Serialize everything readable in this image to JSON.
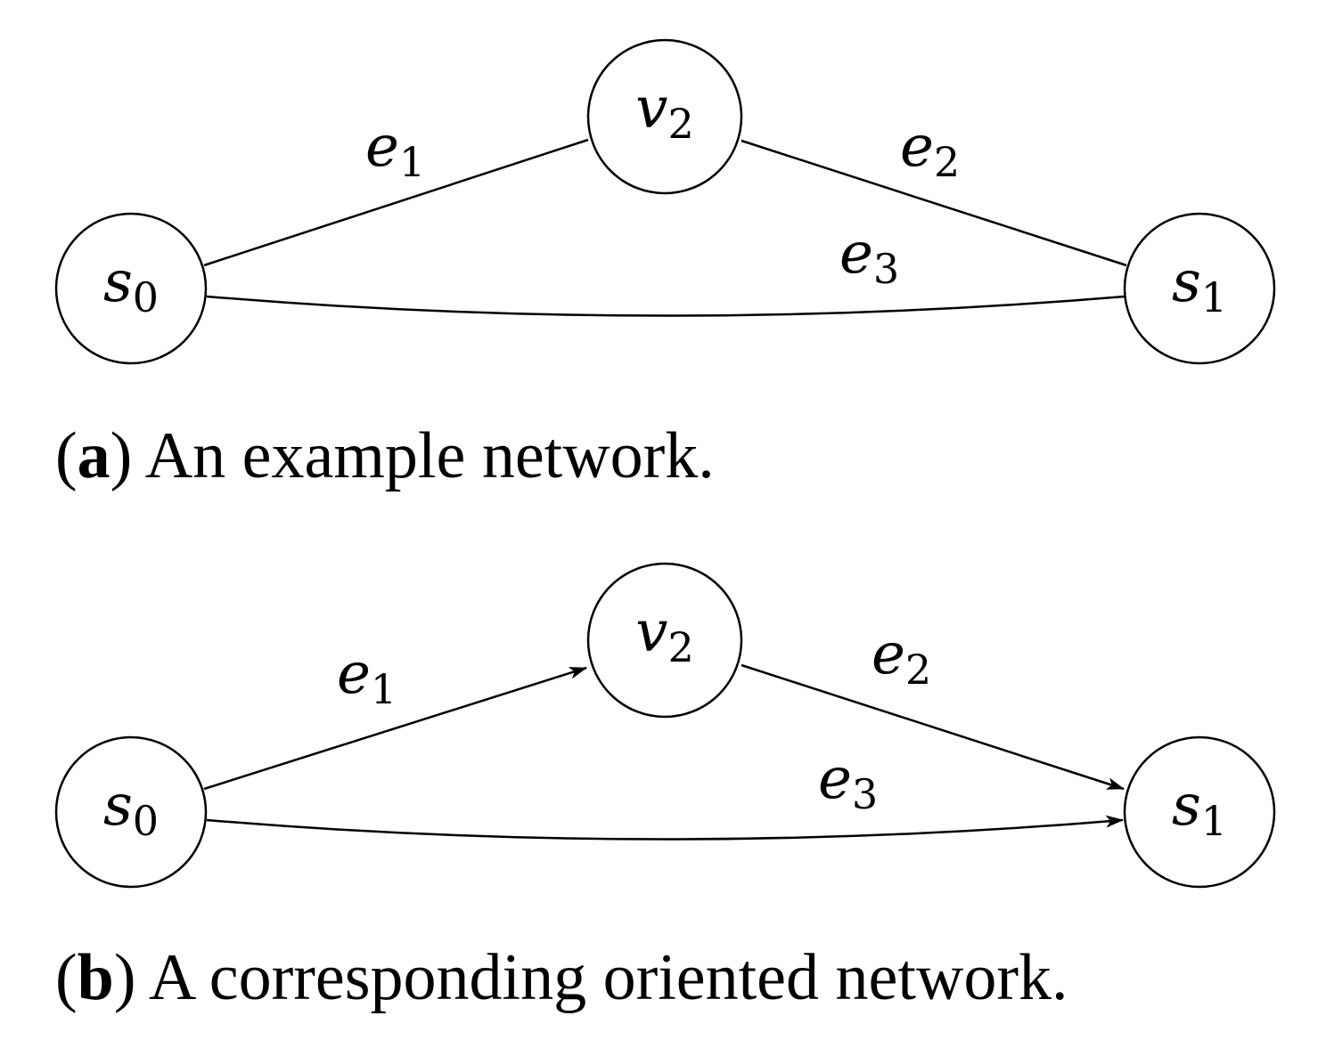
{
  "panels": [
    {
      "id": "a",
      "caption": {
        "letter": "a",
        "text": " An example network."
      },
      "nodes": [
        {
          "id": "s0",
          "base": "s",
          "sub": "0"
        },
        {
          "id": "v2",
          "base": "v",
          "sub": "2"
        },
        {
          "id": "s1",
          "base": "s",
          "sub": "1"
        }
      ],
      "edges": [
        {
          "id": "e1",
          "base": "e",
          "sub": "1",
          "from": "s0",
          "to": "v2",
          "directed": false
        },
        {
          "id": "e2",
          "base": "e",
          "sub": "2",
          "from": "v2",
          "to": "s1",
          "directed": false
        },
        {
          "id": "e3",
          "base": "e",
          "sub": "3",
          "from": "s0",
          "to": "s1",
          "directed": false
        }
      ]
    },
    {
      "id": "b",
      "caption": {
        "letter": "b",
        "text": " A corresponding oriented network."
      },
      "nodes": [
        {
          "id": "s0",
          "base": "s",
          "sub": "0"
        },
        {
          "id": "v2",
          "base": "v",
          "sub": "2"
        },
        {
          "id": "s1",
          "base": "s",
          "sub": "1"
        }
      ],
      "edges": [
        {
          "id": "e1",
          "base": "e",
          "sub": "1",
          "from": "s0",
          "to": "v2",
          "directed": true
        },
        {
          "id": "e2",
          "base": "e",
          "sub": "2",
          "from": "v2",
          "to": "s1",
          "directed": true
        },
        {
          "id": "e3",
          "base": "e",
          "sub": "3",
          "from": "s0",
          "to": "s1",
          "directed": true
        }
      ]
    }
  ]
}
